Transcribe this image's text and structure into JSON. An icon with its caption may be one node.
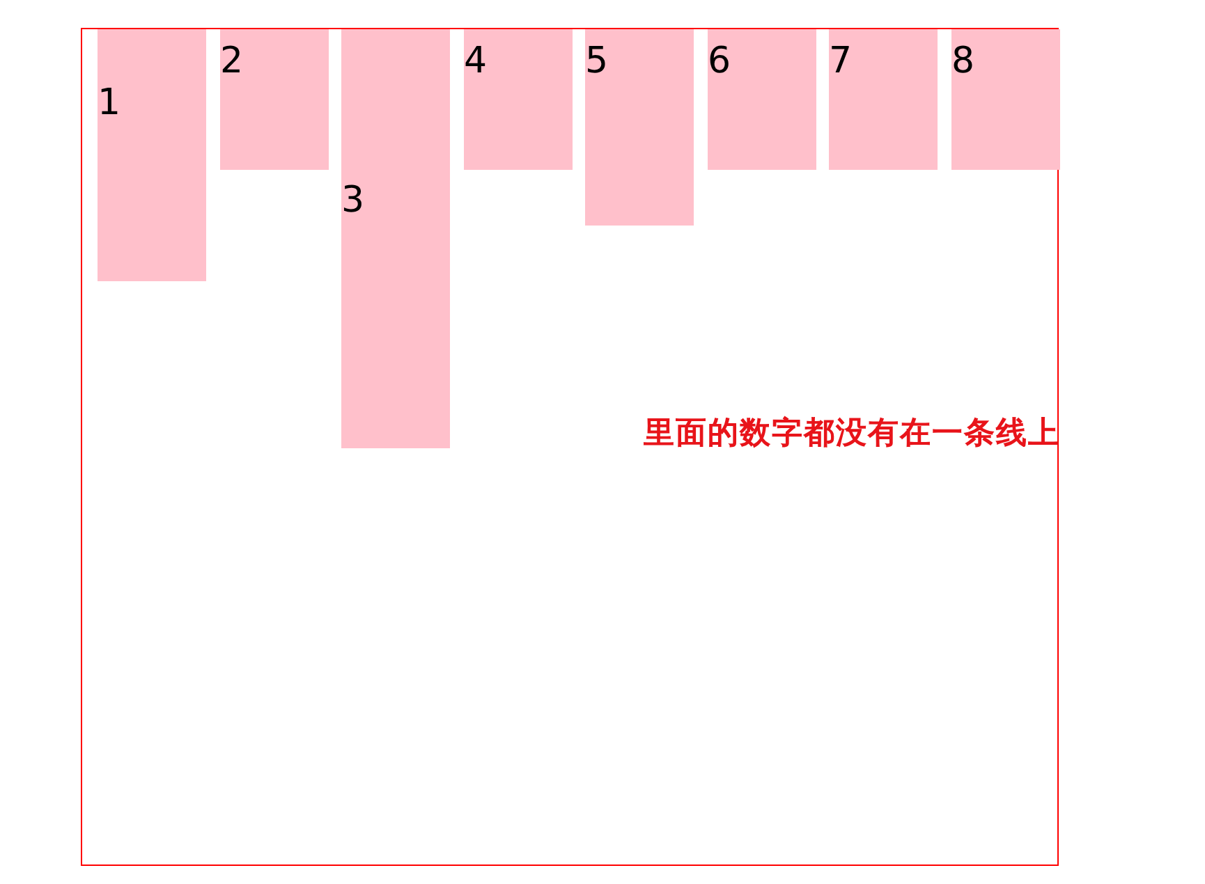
{
  "diagram": {
    "nodes": [
      {
        "text": [],
        "shape": "box"
      },
      {
        "text": [
          "1"
        ],
        "in": 0
      },
      {
        "text": [
          "2"
        ],
        "in": 0
      },
      {
        "text": [
          "3"
        ],
        "in": 0
      },
      {
        "text": [
          "4"
        ],
        "in": 0
      },
      {
        "text": [
          "5"
        ],
        "in": 0
      },
      {
        "text": [
          "6"
        ],
        "in": 0
      },
      {
        "text": [
          "7"
        ],
        "in": 0
      },
      {
        "text": [
          "8"
        ],
        "in": 0
      }
    ],
    "edges": [],
    "labels": [
      "里面的数字都没有在一条线上"
    ]
  }
}
